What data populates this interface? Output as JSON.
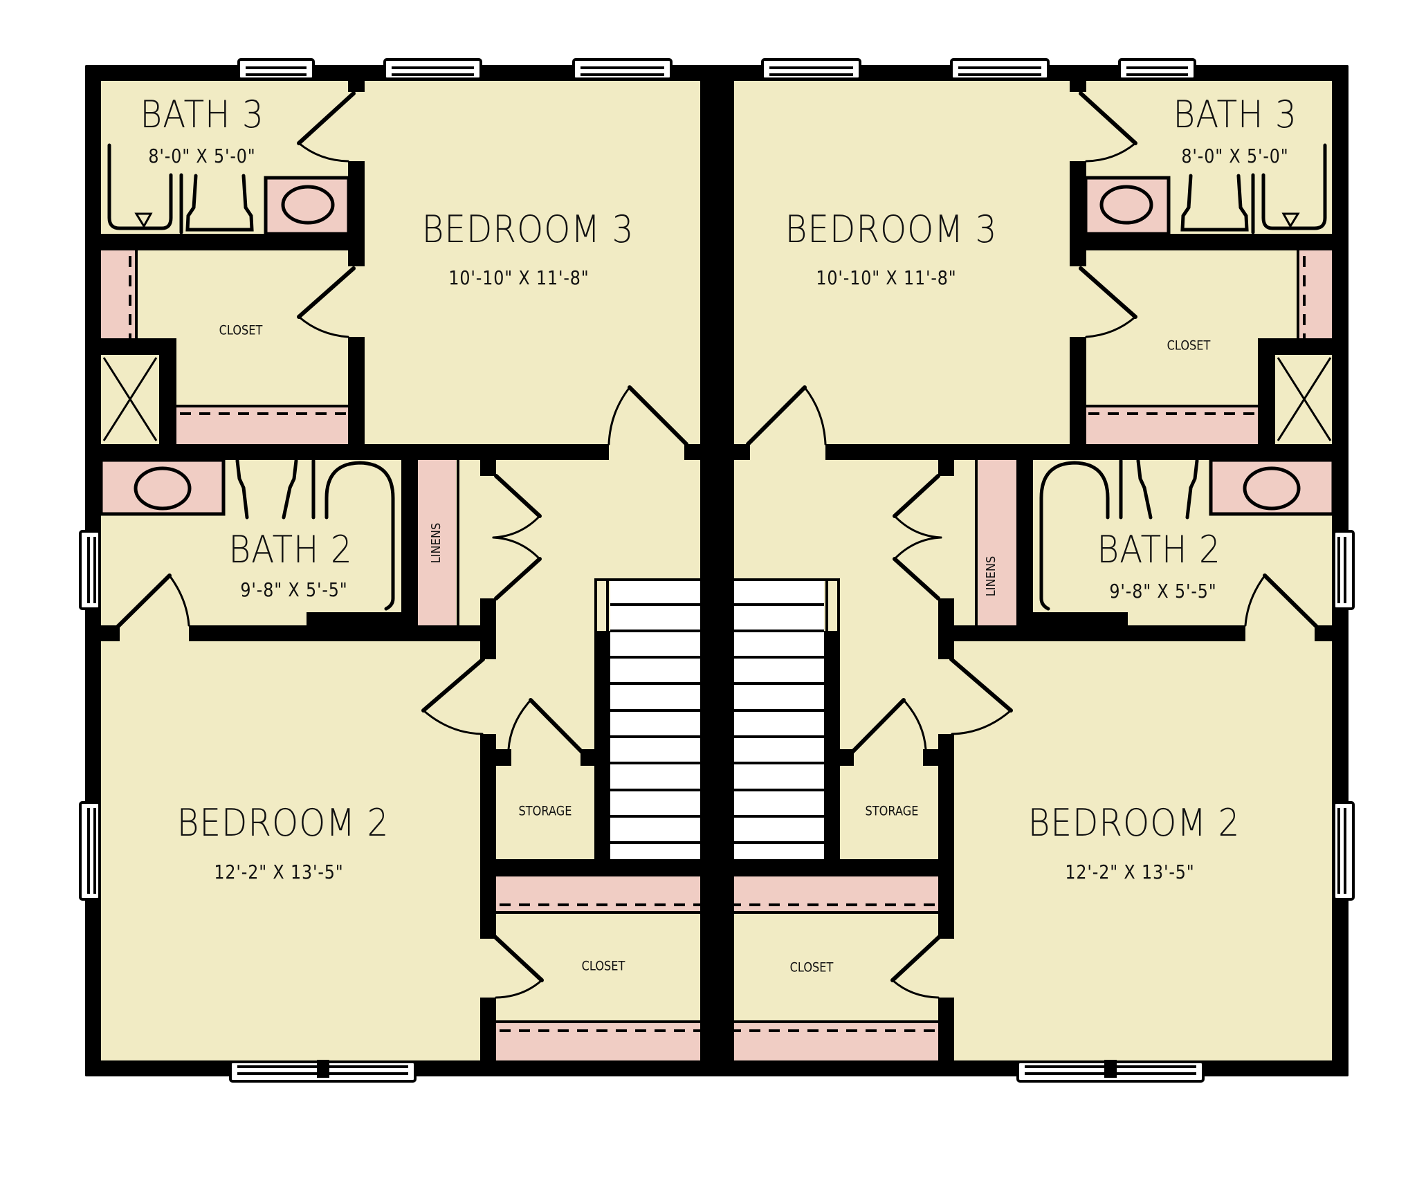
{
  "colors": {
    "floor": "#F1EBC4",
    "cabinet": "#F0CDC4",
    "wall": "#000000",
    "stairs": "#FFFFFF",
    "background": "#FFFFFF"
  },
  "units": [
    {
      "side": "left",
      "rooms": {
        "bath3": {
          "name": "BATH 3",
          "dims": "8'-0\" X 5'-0\""
        },
        "bedroom3": {
          "name": "BEDROOM 3",
          "dims": "10'-10\" X 11'-8\""
        },
        "closet_upper": {
          "name": "CLOSET"
        },
        "bath2": {
          "name": "BATH 2",
          "dims": "9'-8\" X 5'-5\""
        },
        "linens": {
          "name": "LINENS"
        },
        "bedroom2": {
          "name": "BEDROOM 2",
          "dims": "12'-2\" X 13'-5\""
        },
        "storage": {
          "name": "STORAGE"
        },
        "closet_lower": {
          "name": "CLOSET"
        }
      }
    },
    {
      "side": "right",
      "rooms": {
        "bath3": {
          "name": "BATH 3",
          "dims": "8'-0\" X 5'-0\""
        },
        "bedroom3": {
          "name": "BEDROOM 3",
          "dims": "10'-10\" X 11'-8\""
        },
        "closet_upper": {
          "name": "CLOSET"
        },
        "bath2": {
          "name": "BATH 2",
          "dims": "9'-8\" X 5'-5\""
        },
        "linens": {
          "name": "LINENS"
        },
        "bedroom2": {
          "name": "BEDROOM 2",
          "dims": "12'-2\" X 13'-5\""
        },
        "storage": {
          "name": "STORAGE"
        },
        "closet_lower": {
          "name": "CLOSET"
        }
      }
    }
  ],
  "stairs": {
    "treads_per_flight": 11
  }
}
